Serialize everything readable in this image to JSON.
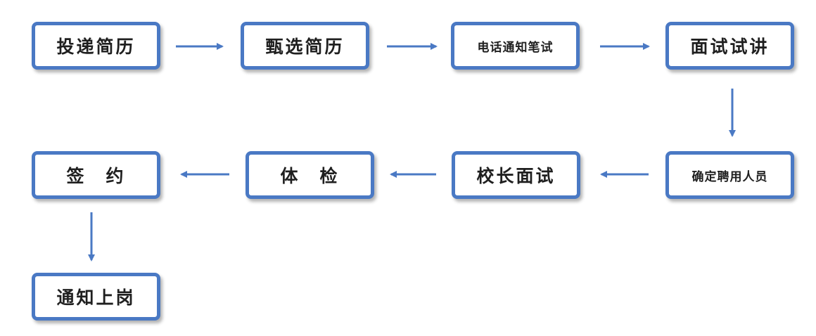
{
  "colors": {
    "border": "#4a79c4",
    "arrow": "#4a79c4",
    "text": "#1f1f1f",
    "background": "#ffffff"
  },
  "steps": [
    {
      "id": "submit-resume",
      "label": "投递简历"
    },
    {
      "id": "screen-resume",
      "label": "甄选简历"
    },
    {
      "id": "phone-notify-written-test",
      "label": "电话通知笔试"
    },
    {
      "id": "interview-trial-lecture",
      "label": "面试试讲"
    },
    {
      "id": "confirm-hire",
      "label": "确定聘用人员"
    },
    {
      "id": "principal-interview",
      "label": "校长面试"
    },
    {
      "id": "physical-exam",
      "label": "体　检"
    },
    {
      "id": "sign-contract",
      "label": "签　约"
    },
    {
      "id": "notify-onboard",
      "label": "通知上岗"
    }
  ],
  "flow": [
    [
      "submit-resume",
      "screen-resume"
    ],
    [
      "screen-resume",
      "phone-notify-written-test"
    ],
    [
      "phone-notify-written-test",
      "interview-trial-lecture"
    ],
    [
      "interview-trial-lecture",
      "confirm-hire"
    ],
    [
      "confirm-hire",
      "principal-interview"
    ],
    [
      "principal-interview",
      "physical-exam"
    ],
    [
      "physical-exam",
      "sign-contract"
    ],
    [
      "sign-contract",
      "notify-onboard"
    ]
  ]
}
